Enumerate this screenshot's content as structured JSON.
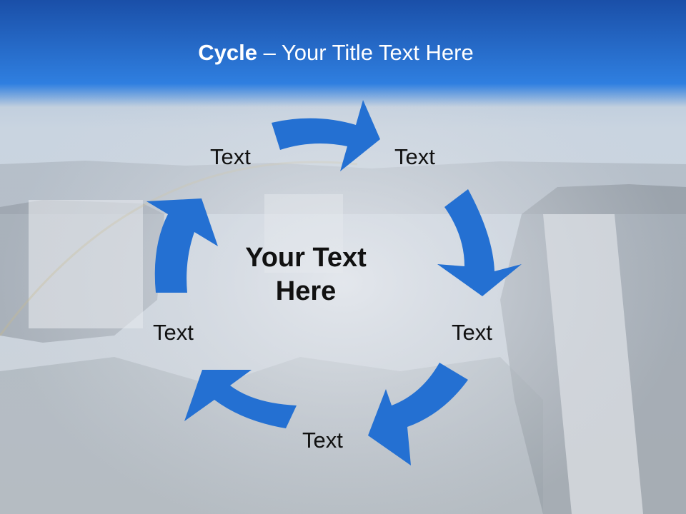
{
  "title": {
    "bold": "Cycle",
    "rest": " – Your Title Text Here"
  },
  "center_text": {
    "line1": "Your Text",
    "line2": "Here"
  },
  "nodes": [
    {
      "label": "Text"
    },
    {
      "label": "Text"
    },
    {
      "label": "Text"
    },
    {
      "label": "Text"
    },
    {
      "label": "Text"
    }
  ],
  "colors": {
    "arrow": "#2470d2",
    "title_bar_top": "#1a4fa8",
    "title_bar_bottom": "#2f7fe0",
    "title_text": "#ffffff",
    "label_text": "#111111"
  }
}
